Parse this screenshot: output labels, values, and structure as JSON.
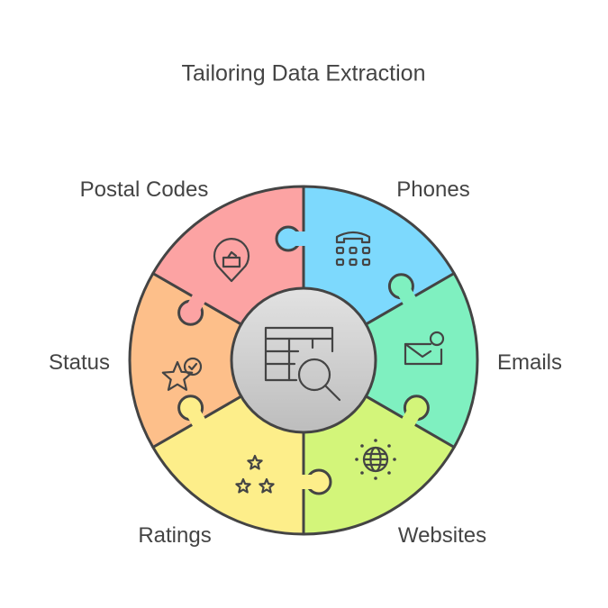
{
  "title": "Tailoring Data Extraction",
  "center": {
    "icon": "table-search-icon",
    "color": "#d4d4d4"
  },
  "segments": [
    {
      "label": "Phones",
      "icon": "phone-icon",
      "color": "#7dd9fd"
    },
    {
      "label": "Emails",
      "icon": "email-icon",
      "color": "#7ff0c0"
    },
    {
      "label": "Websites",
      "icon": "globe-icon",
      "color": "#d3f57a"
    },
    {
      "label": "Ratings",
      "icon": "stars-icon",
      "color": "#fdee8a"
    },
    {
      "label": "Status",
      "icon": "star-check-icon",
      "color": "#fdbf8a"
    },
    {
      "label": "Postal Codes",
      "icon": "location-pin-icon",
      "color": "#fca3a3"
    }
  ]
}
